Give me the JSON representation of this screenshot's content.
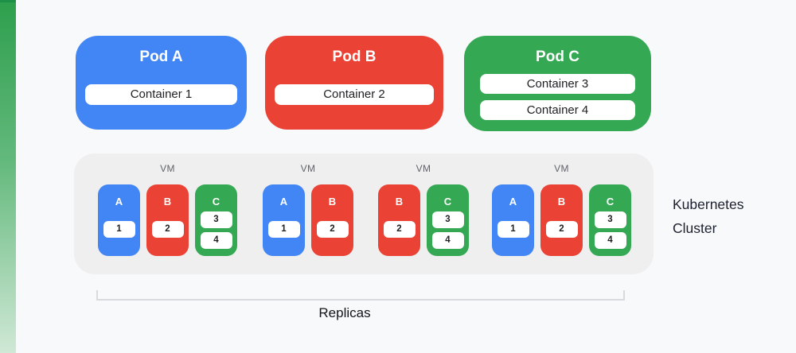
{
  "colors": {
    "blue": "#4285F4",
    "red": "#EA4335",
    "green": "#34A853",
    "cluster_bg": "#EFEFF0",
    "page_bg": "#F8F9FA",
    "accent_top": "#2E9F4D",
    "accent_bottom": "#D0E8D6",
    "vm_label": "#5F6368",
    "text_dark": "#202124",
    "bracket": "#D8DADE"
  },
  "pods": [
    {
      "label": "Pod A",
      "color": "blue",
      "containers": [
        "Container 1"
      ]
    },
    {
      "label": "Pod B",
      "color": "red",
      "containers": [
        "Container 2"
      ]
    },
    {
      "label": "Pod C",
      "color": "green",
      "containers": [
        "Container 3",
        "Container 4"
      ]
    }
  ],
  "cluster": {
    "label": "Kubernetes Cluster",
    "vms": [
      {
        "label": "VM",
        "pods": [
          {
            "letter": "A",
            "color": "blue",
            "numbers": [
              "1"
            ]
          },
          {
            "letter": "B",
            "color": "red",
            "numbers": [
              "2"
            ]
          },
          {
            "letter": "C",
            "color": "green",
            "numbers": [
              "3",
              "4"
            ]
          }
        ]
      },
      {
        "label": "VM",
        "pods": [
          {
            "letter": "A",
            "color": "blue",
            "numbers": [
              "1"
            ]
          },
          {
            "letter": "B",
            "color": "red",
            "numbers": [
              "2"
            ]
          }
        ]
      },
      {
        "label": "VM",
        "pods": [
          {
            "letter": "B",
            "color": "red",
            "numbers": [
              "2"
            ]
          },
          {
            "letter": "C",
            "color": "green",
            "numbers": [
              "3",
              "4"
            ]
          }
        ]
      },
      {
        "label": "VM",
        "pods": [
          {
            "letter": "A",
            "color": "blue",
            "numbers": [
              "1"
            ]
          },
          {
            "letter": "B",
            "color": "red",
            "numbers": [
              "2"
            ]
          },
          {
            "letter": "C",
            "color": "green",
            "numbers": [
              "3",
              "4"
            ]
          }
        ]
      }
    ]
  },
  "replicas_label": "Replicas"
}
